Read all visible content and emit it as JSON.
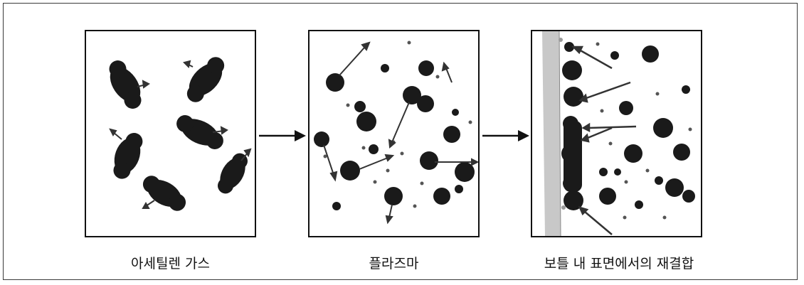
{
  "steps": [
    {
      "caption": "아세틸렌 가스"
    },
    {
      "caption": "플라즈마"
    },
    {
      "caption": "보틀 내 표면에서의 재결합"
    }
  ],
  "colors": {
    "ink": "#1a1a1a",
    "wall": "#c8c8c8",
    "arrow": "#333333"
  }
}
